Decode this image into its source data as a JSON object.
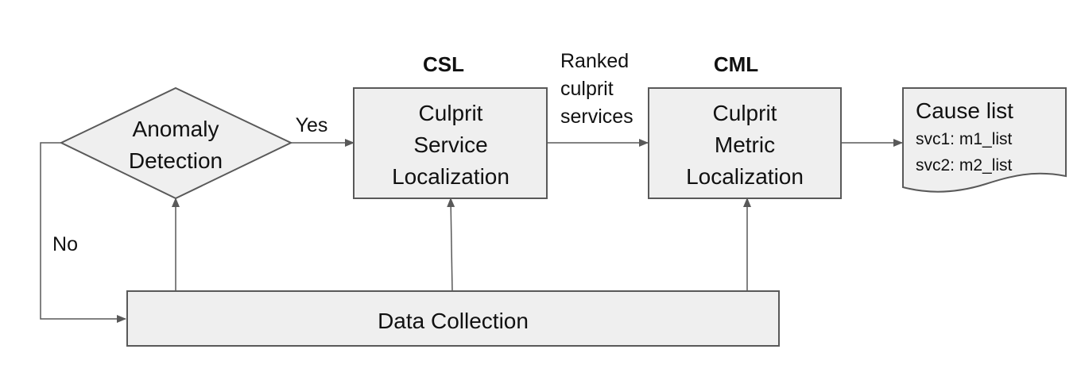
{
  "diagram": {
    "nodes": {
      "anomaly_detection": {
        "lines": [
          "Anomaly",
          "Detection"
        ],
        "fill": "#efefef",
        "border": "#595959"
      },
      "culprit_service_localization": {
        "heading": "CSL",
        "lines": [
          "Culprit",
          "Service",
          "Localization"
        ],
        "fill": "#efefef",
        "border": "#595959"
      },
      "culprit_metric_localization": {
        "heading": "CML",
        "lines": [
          "Culprit",
          "Metric",
          "Localization"
        ],
        "fill": "#efefef",
        "border": "#595959"
      },
      "cause_list": {
        "title": "Cause list",
        "items": [
          "svc1: m1_list",
          "svc2: m2_list"
        ],
        "fill": "#efefef",
        "border": "#595959"
      },
      "data_collection": {
        "label": "Data Collection",
        "fill": "#efefef",
        "border": "#595959"
      }
    },
    "edges": {
      "yes_label": "Yes",
      "no_label": "No",
      "ranked_label_lines": [
        "Ranked",
        "culprit",
        "services"
      ]
    },
    "colors": {
      "line": "#595959",
      "text": "#111111"
    }
  }
}
